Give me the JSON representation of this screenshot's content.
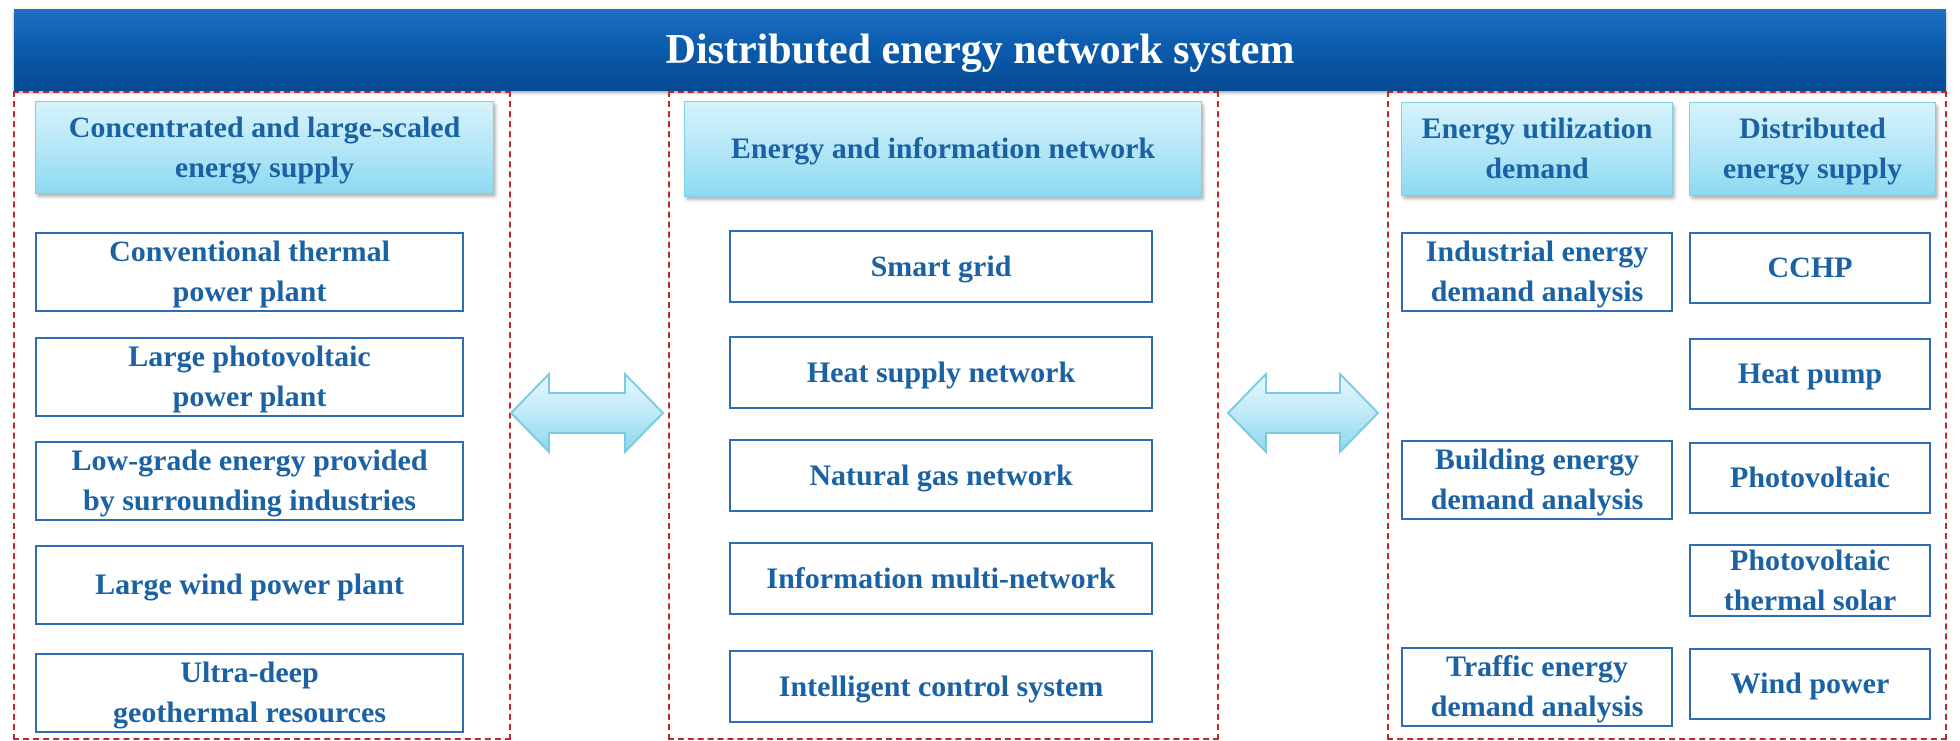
{
  "title": "Distributed energy network system",
  "colors": {
    "title_bar": "#0b5cad",
    "title_text": "#ffffff",
    "box_text": "#1b62a5",
    "box_border": "#2f6db2",
    "panel_border": "#c0272d",
    "header_fill": "#b1e6f6",
    "arrow_fill": "#bfeaf7"
  },
  "left": {
    "header": "Concentrated and large-scaled\nenergy supply",
    "items": [
      "Conventional thermal\npower plant",
      "Large photovoltaic\npower plant",
      "Low-grade energy provided\nby surrounding industries",
      "Large wind power plant",
      "Ultra-deep\ngeothermal  resources"
    ]
  },
  "center": {
    "header": "Energy and information network",
    "items": [
      "Smart grid",
      "Heat supply network",
      "Natural gas network",
      "Information multi-network",
      "Intelligent control system"
    ]
  },
  "right": {
    "demand_header": "Energy utilization\ndemand",
    "supply_header": "Distributed\nenergy supply",
    "demand_items": [
      "Industrial energy\ndemand analysis",
      "Building energy\ndemand analysis",
      "Traffic energy\ndemand analysis"
    ],
    "supply_items": [
      "CCHP",
      "Heat pump",
      "Photovoltaic",
      "Photovoltaic\nthermal solar",
      "Wind power"
    ]
  },
  "arrows": [
    "double-arrow-icon",
    "double-arrow-icon"
  ]
}
